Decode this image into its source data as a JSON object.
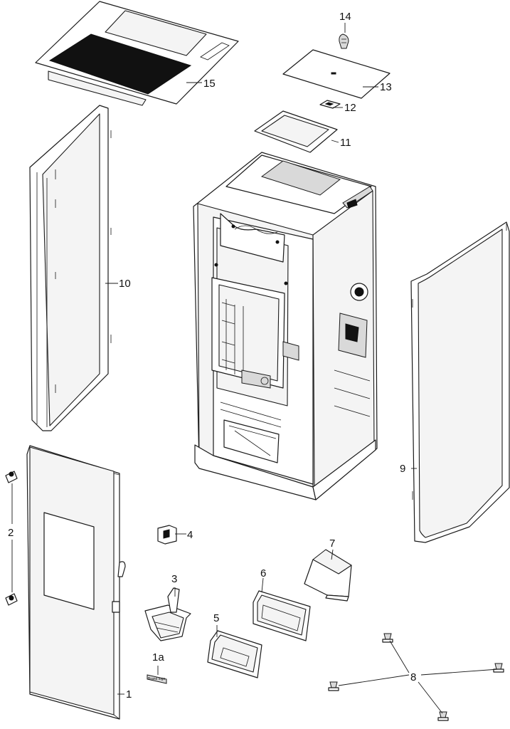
{
  "callouts": {
    "c1": "1",
    "c1a": "1a",
    "c2": "2",
    "c3": "3",
    "c4": "4",
    "c5": "5",
    "c6": "6",
    "c7": "7",
    "c8": "8",
    "c9": "9",
    "c10": "10",
    "c11": "11",
    "c12": "12",
    "c13": "13",
    "c14": "14",
    "c15": "15"
  },
  "badge_1a_text": "Brand logo"
}
